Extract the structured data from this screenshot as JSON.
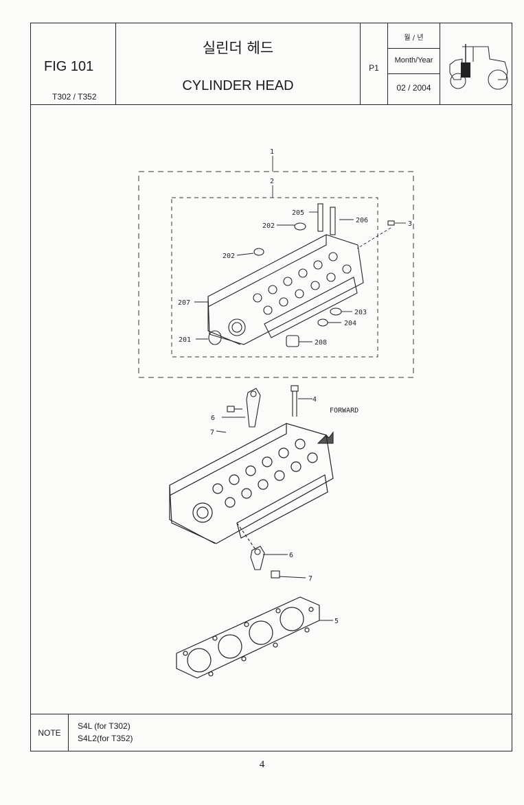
{
  "header": {
    "figure": "FIG 101",
    "models": "T302 / T352",
    "title_korean": "실린더 헤드",
    "title_english": "CYLINDER HEAD",
    "page_code": "P1",
    "date_label_korean": "월 / 년",
    "date_label_english": "Month/Year",
    "date_value": "02 / 2004"
  },
  "callouts": {
    "c1": "1",
    "c2": "2",
    "c3": "3",
    "c4": "4",
    "c5": "5",
    "c6a": "6",
    "c6b": "6",
    "c7a": "7",
    "c7b": "7",
    "c201": "201",
    "c202a": "202",
    "c202b": "202",
    "c203": "203",
    "c204": "204",
    "c205": "205",
    "c206": "206",
    "c207": "207",
    "c208": "208",
    "forward": "FORWARD"
  },
  "note": {
    "label": "NOTE",
    "lines": [
      "S4L  (for T302)",
      "S4L2(for T352)"
    ]
  },
  "page_number": "4"
}
